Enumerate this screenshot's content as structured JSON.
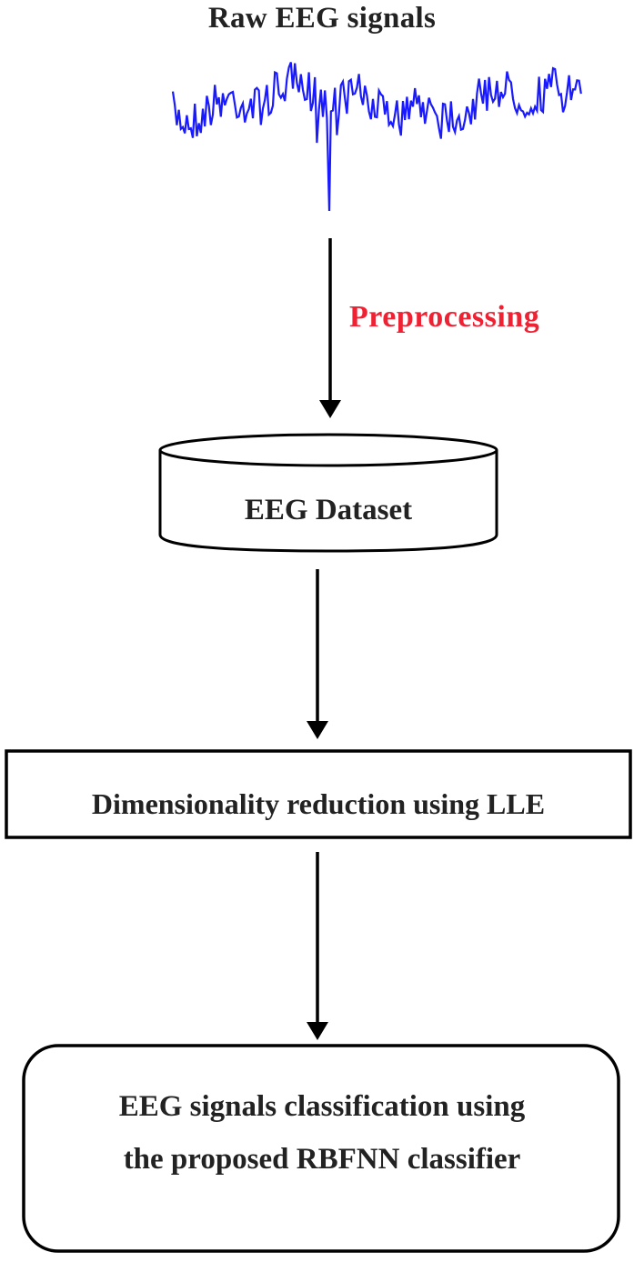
{
  "title": "Raw EEG signals",
  "edge_label": "Preprocessing",
  "nodes": {
    "dataset": "EEG Dataset",
    "reduction": "Dimensionality reduction using LLE",
    "classification_line1": "EEG signals classification using",
    "classification_line2": "the proposed RBFNN classifier"
  },
  "colors": {
    "signal": "#1a1aff",
    "edge_label": "#ee2233",
    "stroke": "#000000",
    "text": "#222222"
  }
}
